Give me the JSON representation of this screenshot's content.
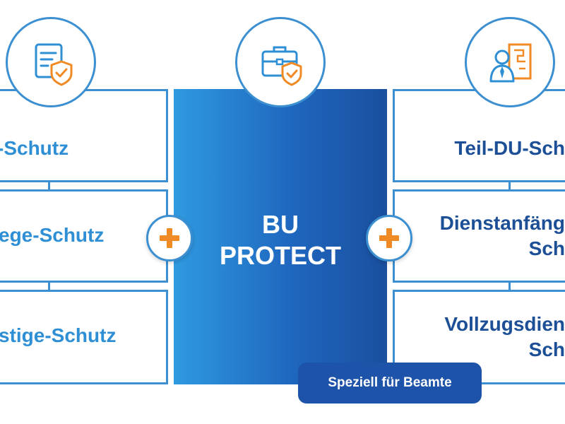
{
  "left_column": {
    "items": [
      {
        "label": "-Schutz"
      },
      {
        "label": "ege-Schutz"
      },
      {
        "label": "stige-Schutz"
      }
    ]
  },
  "center": {
    "title_line1": "BU",
    "title_line2": "PROTECT"
  },
  "right_column": {
    "items": [
      {
        "label": "Teil-DU-Sch"
      },
      {
        "label_line1": "Dienstanfäng",
        "label_line2": "Sch"
      },
      {
        "label_line1": "Vollzugsdien",
        "label_line2": "Sch"
      }
    ]
  },
  "badge": {
    "label": "Speziell für Beamte"
  },
  "plus_symbol": "+",
  "colors": {
    "accent_blue": "#3c8fd0",
    "dark_blue": "#1d4f97",
    "orange": "#f08a24"
  },
  "icons": [
    "document-shield-icon",
    "briefcase-shield-icon",
    "person-document-icon",
    "plus-icon"
  ]
}
